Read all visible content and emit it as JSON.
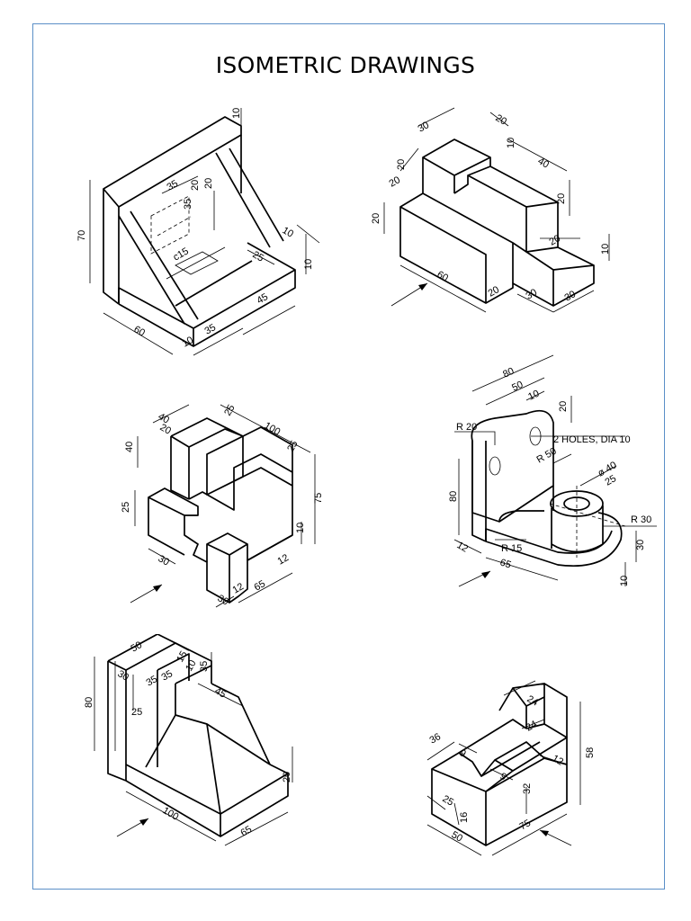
{
  "page": {
    "title": "ISOMETRIC DRAWINGS"
  },
  "drawings": [
    {
      "dims": [
        "10",
        "20",
        "20",
        "35",
        "35",
        "70",
        "10",
        "10",
        "25",
        "45",
        "c15",
        "60",
        "10",
        "35"
      ]
    },
    {
      "dims": [
        "30",
        "20",
        "10",
        "40",
        "20",
        "20",
        "20",
        "20",
        "20",
        "10",
        "60",
        "20",
        "30",
        "30"
      ]
    },
    {
      "dims": [
        "40",
        "20",
        "25",
        "100",
        "40",
        "25",
        "75",
        "25",
        "10",
        "30",
        "12",
        "12",
        "65",
        "30"
      ]
    },
    {
      "dims": [
        "80",
        "50",
        "10",
        "20",
        "R 20",
        "2 HOLES, DIA 10",
        "R 50",
        "ø 40",
        "25",
        "80",
        "R 30",
        "30",
        "R 15",
        "12",
        "65",
        "10"
      ]
    },
    {
      "dims": [
        "50",
        "35",
        "15",
        "10",
        "35",
        "35",
        "30",
        "45",
        "80",
        "25",
        "20",
        "100",
        "65"
      ]
    },
    {
      "dims": [
        "24",
        "24",
        "36",
        "9",
        "58",
        "12",
        "9",
        "32",
        "25",
        "16",
        "50",
        "75"
      ]
    }
  ]
}
